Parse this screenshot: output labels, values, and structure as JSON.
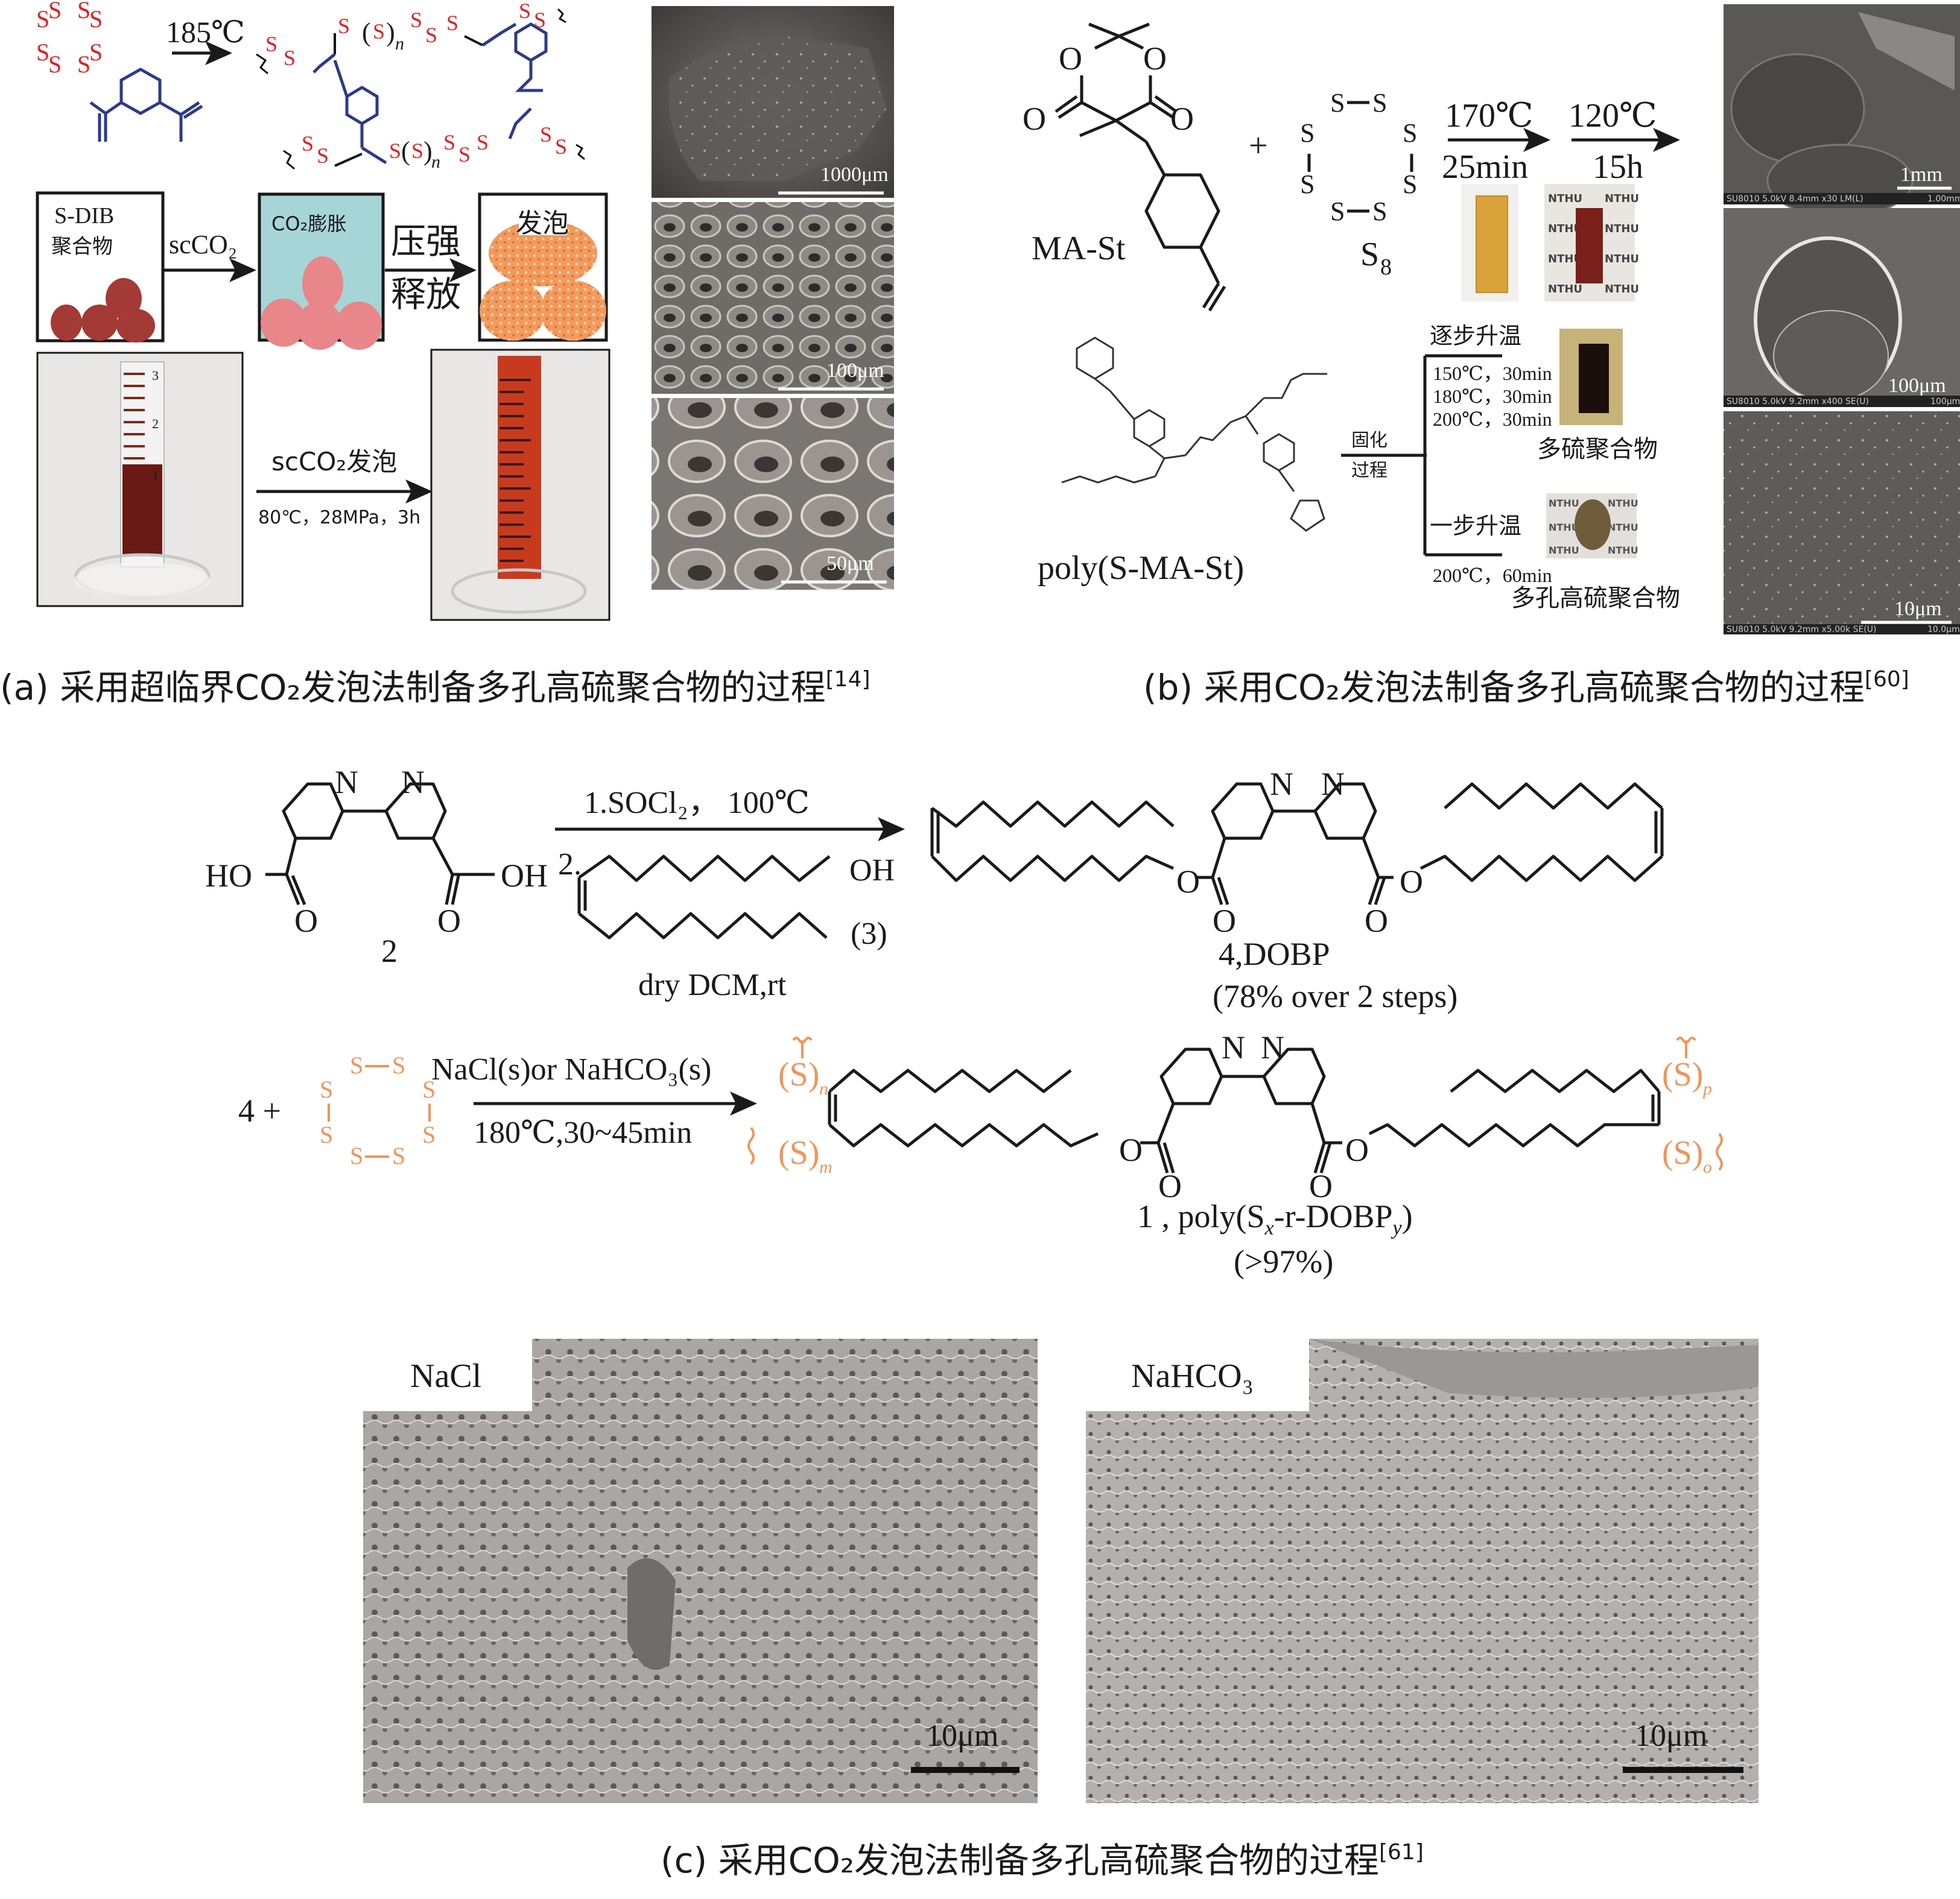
{
  "panel_a": {
    "caption": "(a) 采用超临界CO₂发泡法制备多孔高硫聚合物的过程",
    "caption_ref": "[14]",
    "reaction_condition": "185℃",
    "sulfur_atom": "S",
    "repeat_index": "n",
    "steps": [
      {
        "label_line1": "S-DIB",
        "label_line2": "聚合物",
        "fill": "#a33a35"
      },
      {
        "label": "CO₂膨胀",
        "bg": "#a6d5d8",
        "fill": "#e8868a"
      },
      {
        "label": "发泡",
        "fill": "#f29a5e"
      }
    ],
    "arrow1_label": "scCO₂",
    "arrow2_label_line1": "压强",
    "arrow2_label_line2": "释放",
    "cylinder_arrow_label": "scCO₂发泡",
    "cylinder_arrow_condition": "80℃，28MPa，3h",
    "cylinder_marks": [
      "3",
      "2",
      "1"
    ],
    "sem_scales": [
      "1000μm",
      "100μm",
      "50μm"
    ]
  },
  "panel_b": {
    "caption": "(b) 采用CO₂发泡法制备多孔高硫聚合物的过程",
    "caption_ref": "[60]",
    "monomer_label": "MA-St",
    "plus": "+",
    "sulfur_label": "S",
    "sulfur_sub": "8",
    "oxygen": "O",
    "step1_temp": "170℃",
    "step1_time": "25min",
    "step2_temp": "120℃",
    "step2_time": "15h",
    "photo_text": "NTHU",
    "polymer_label": "poly(S-MA-St)",
    "curing_label_line1": "固化",
    "curing_label_line2": "过程",
    "branch_top_label": "逐步升温",
    "branch_top_conditions": [
      "150℃，30min",
      "180℃，30min",
      "200℃，30min"
    ],
    "branch_top_product": "多硫聚合物",
    "branch_bottom_label": "一步升温",
    "branch_bottom_condition": "200℃，60min",
    "branch_bottom_product": "多孔高硫聚合物",
    "sem_scales": [
      "1mm",
      "100μm",
      "10μm"
    ],
    "sem_info": [
      {
        "left": "SU8010 5.0kV 8.4mm x30 LM(L)",
        "right": "1.00mm"
      },
      {
        "left": "SU8010 5.0kV 9.2mm x400 SE(U)",
        "right": "100μm"
      },
      {
        "left": "SU8010 5.0kV 9.2mm x5.00k SE(U)",
        "right": "10.0μm"
      }
    ]
  },
  "panel_c": {
    "caption": "(c) 采用CO₂发泡法制备多孔高硫聚合物的过程",
    "caption_ref": "[61]",
    "reactant_number": "2",
    "ho": "HO",
    "oh": "OH",
    "n_atom": "N",
    "o_atom": "O",
    "step_line1": "1.SOCl₂，  100℃",
    "step_line2_prefix": "2.",
    "alcohol_oh": "OH",
    "alcohol_number": "(3)",
    "solvent": "dry DCM,rt",
    "product_label": "4,DOBP",
    "product_yield": "(78% over 2 steps)",
    "reaction2_reactant": "4 +",
    "reaction2_conditions_top": "NaCl(s)or NaHCO₃(s)",
    "reaction2_conditions_bottom": "180℃,30~45min",
    "final_label_prefix": "1 , poly(S",
    "final_label_x": "x",
    "final_label_mid": "-r-DOBP",
    "final_label_y": "y",
    "final_label_suffix": ")",
    "final_yield": "(>97%)",
    "sulfur_groups": [
      {
        "atom": "(S)",
        "index": "n"
      },
      {
        "atom": "(S)",
        "index": "m"
      },
      {
        "atom": "(S)",
        "index": "p"
      },
      {
        "atom": "(S)",
        "index": "o"
      }
    ],
    "sem_images": [
      {
        "label": "NaCl",
        "scale": "10μm"
      },
      {
        "label": "NaHCO₃",
        "scale": "10μm"
      }
    ]
  },
  "colors": {
    "sulfur_red": "#e02020",
    "dib_blue": "#2b3a8a",
    "sulfur_orange": "#f0955a",
    "sdib_particle": "#a33a35",
    "co2_bg": "#a6d5d8",
    "swollen_particle": "#e8868a",
    "foam": "#f29a5e"
  }
}
